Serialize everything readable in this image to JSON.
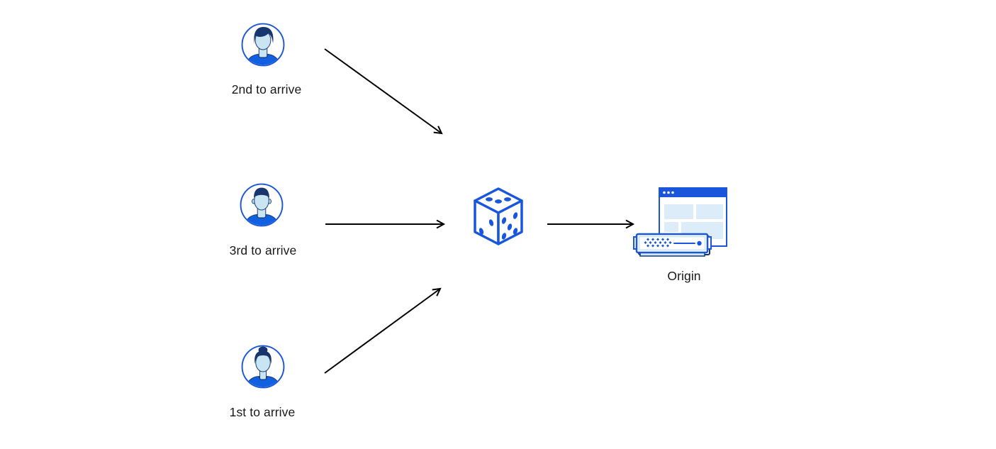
{
  "diagram": {
    "type": "flow-illustration",
    "background": "#ffffff",
    "nodes": {
      "visitor_second": {
        "label": "2nd to arrive",
        "icon": "male-avatar-icon"
      },
      "visitor_third": {
        "label": "3rd to arrive",
        "icon": "male-avatar-flattop-icon"
      },
      "visitor_first": {
        "label": "1st to arrive",
        "icon": "female-avatar-icon"
      },
      "random_picker": {
        "icon": "dice-icon"
      },
      "origin": {
        "label": "Origin",
        "icon": "origin-server-icon"
      }
    },
    "connections": [
      {
        "from": "visitor_second",
        "to": "random_picker"
      },
      {
        "from": "visitor_third",
        "to": "random_picker"
      },
      {
        "from": "visitor_first",
        "to": "random_picker"
      },
      {
        "from": "random_picker",
        "to": "origin"
      }
    ],
    "colors": {
      "accent_blue": "#1a56db",
      "shirt_blue": "#1160e0",
      "dark_navy": "#17356e",
      "skin_blue": "#c9e5f4",
      "panel_blue": "#dcecf8",
      "trim_blue": "#cfe8f6",
      "arrow_black": "#000000",
      "background": "#ffffff"
    }
  }
}
